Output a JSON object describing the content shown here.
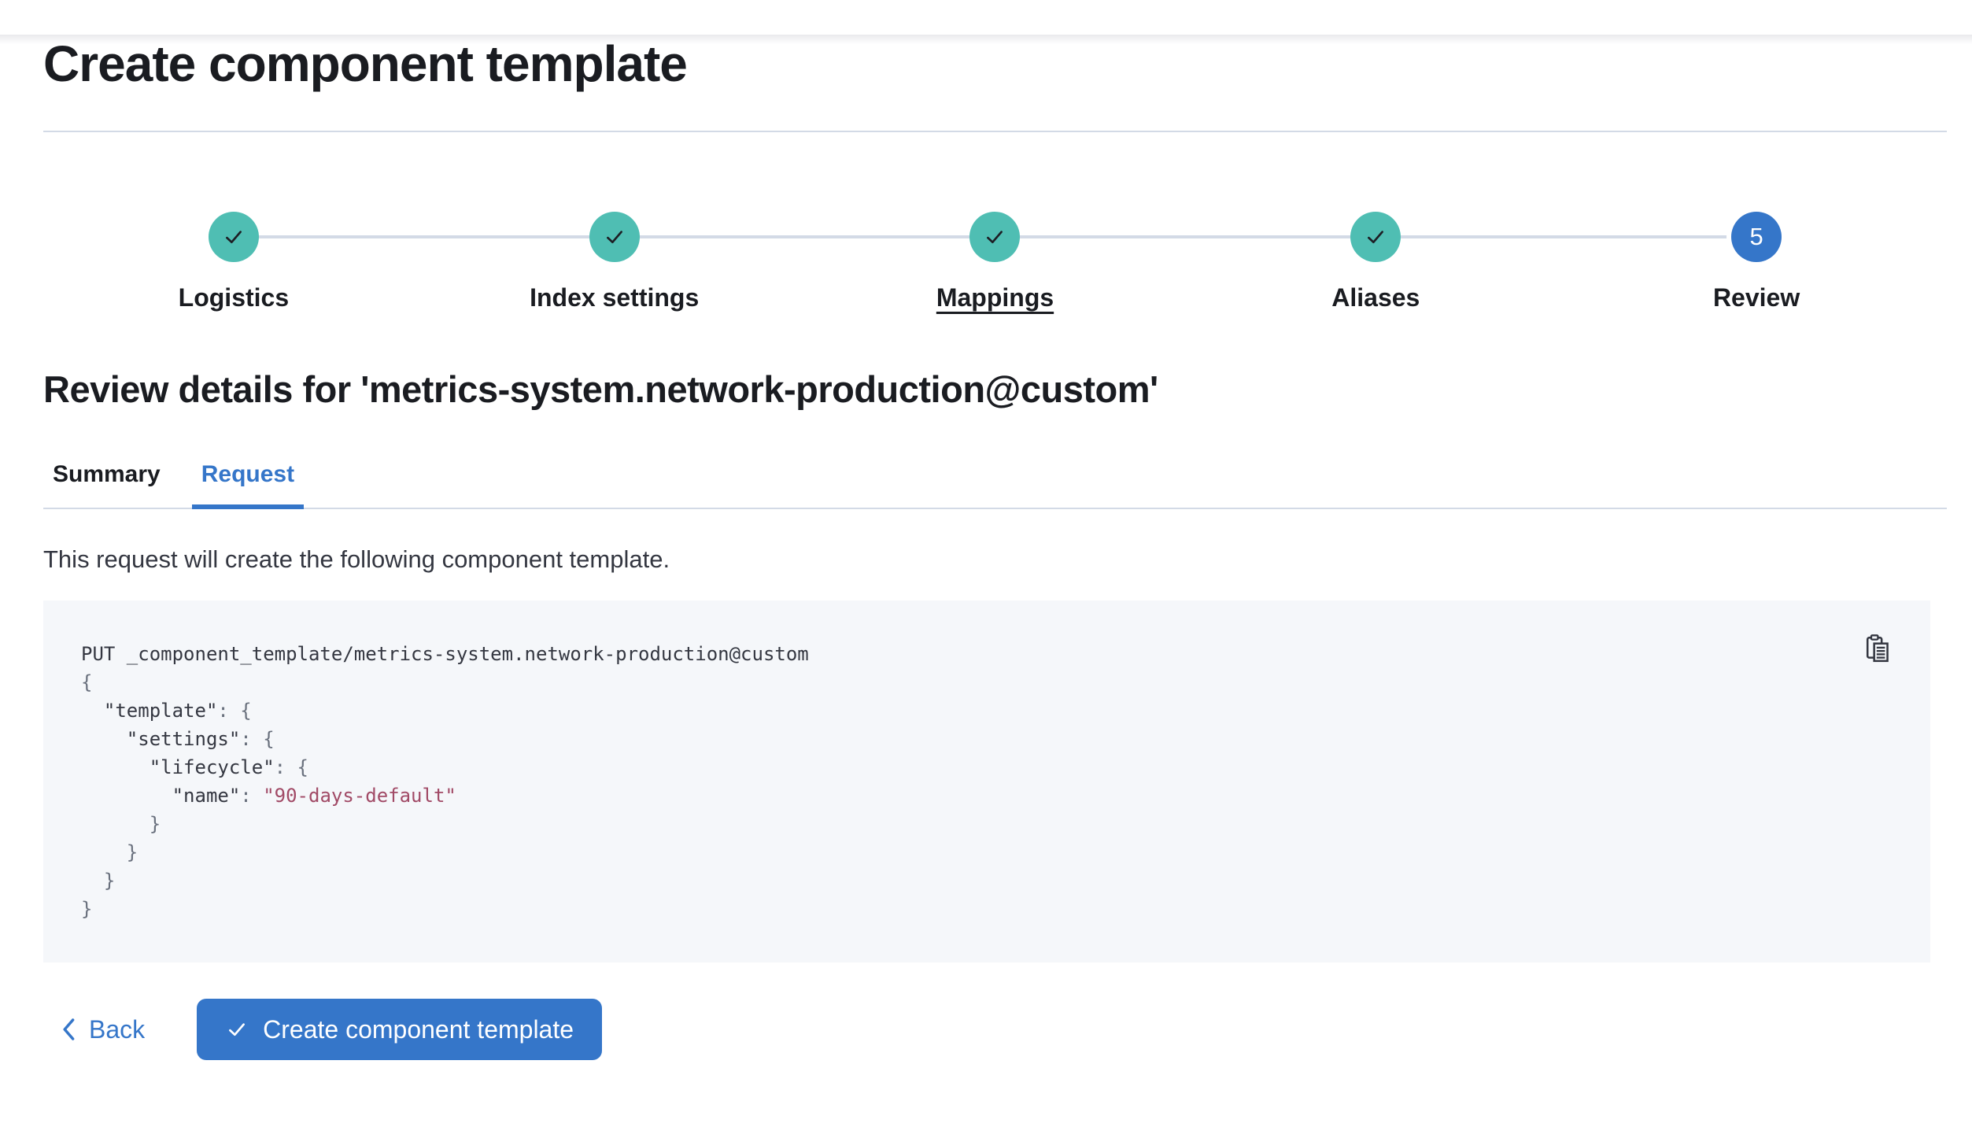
{
  "page": {
    "title": "Create component template"
  },
  "steps": {
    "items": [
      {
        "number": "1",
        "label": "Logistics",
        "status": "complete"
      },
      {
        "number": "2",
        "label": "Index settings",
        "status": "complete"
      },
      {
        "number": "3",
        "label": "Mappings",
        "status": "complete"
      },
      {
        "number": "4",
        "label": "Aliases",
        "status": "complete"
      },
      {
        "number": "5",
        "label": "Review",
        "status": "current"
      }
    ]
  },
  "review": {
    "heading": "Review details for 'metrics-system.network-production@custom'"
  },
  "tabs": {
    "items": [
      {
        "label": "Summary",
        "active": false
      },
      {
        "label": "Request",
        "active": true
      }
    ]
  },
  "request": {
    "description": "This request will create the following component template.",
    "method": "PUT",
    "endpoint": "_component_template/metrics-system.network-production@custom"
  },
  "code": {
    "lines": [
      {
        "segments": [
          {
            "type": "plain",
            "text": "PUT _component_template/metrics-system.network-production@custom"
          }
        ]
      },
      {
        "segments": [
          {
            "type": "brace",
            "text": "{"
          }
        ]
      },
      {
        "segments": [
          {
            "type": "plain",
            "text": "  "
          },
          {
            "type": "key",
            "text": "\"template\""
          },
          {
            "type": "brace",
            "text": ": {"
          }
        ]
      },
      {
        "segments": [
          {
            "type": "plain",
            "text": "    "
          },
          {
            "type": "key",
            "text": "\"settings\""
          },
          {
            "type": "brace",
            "text": ": {"
          }
        ]
      },
      {
        "segments": [
          {
            "type": "plain",
            "text": "      "
          },
          {
            "type": "key",
            "text": "\"lifecycle\""
          },
          {
            "type": "brace",
            "text": ": {"
          }
        ]
      },
      {
        "segments": [
          {
            "type": "plain",
            "text": "        "
          },
          {
            "type": "key",
            "text": "\"name\""
          },
          {
            "type": "brace",
            "text": ": "
          },
          {
            "type": "string",
            "text": "\"90-days-default\""
          }
        ]
      },
      {
        "segments": [
          {
            "type": "brace",
            "text": "      }"
          }
        ]
      },
      {
        "segments": [
          {
            "type": "brace",
            "text": "    }"
          }
        ]
      },
      {
        "segments": [
          {
            "type": "brace",
            "text": "  }"
          }
        ]
      },
      {
        "segments": [
          {
            "type": "brace",
            "text": "}"
          }
        ]
      }
    ]
  },
  "footer": {
    "back_label": "Back",
    "create_label": "Create component template"
  },
  "icons": {
    "step_complete": "check-icon",
    "copy": "copy-clipboard-icon",
    "back": "chevron-left-icon",
    "create": "check-icon"
  },
  "colors": {
    "primary": "#3576C9",
    "success": "#4FBEB3",
    "divider": "#D3DAE6",
    "code_background": "#F5F7FA",
    "code_text": "#343741",
    "code_punctuation": "#69707D",
    "code_string": "#A14A66",
    "heading_text": "#1A1C21"
  }
}
